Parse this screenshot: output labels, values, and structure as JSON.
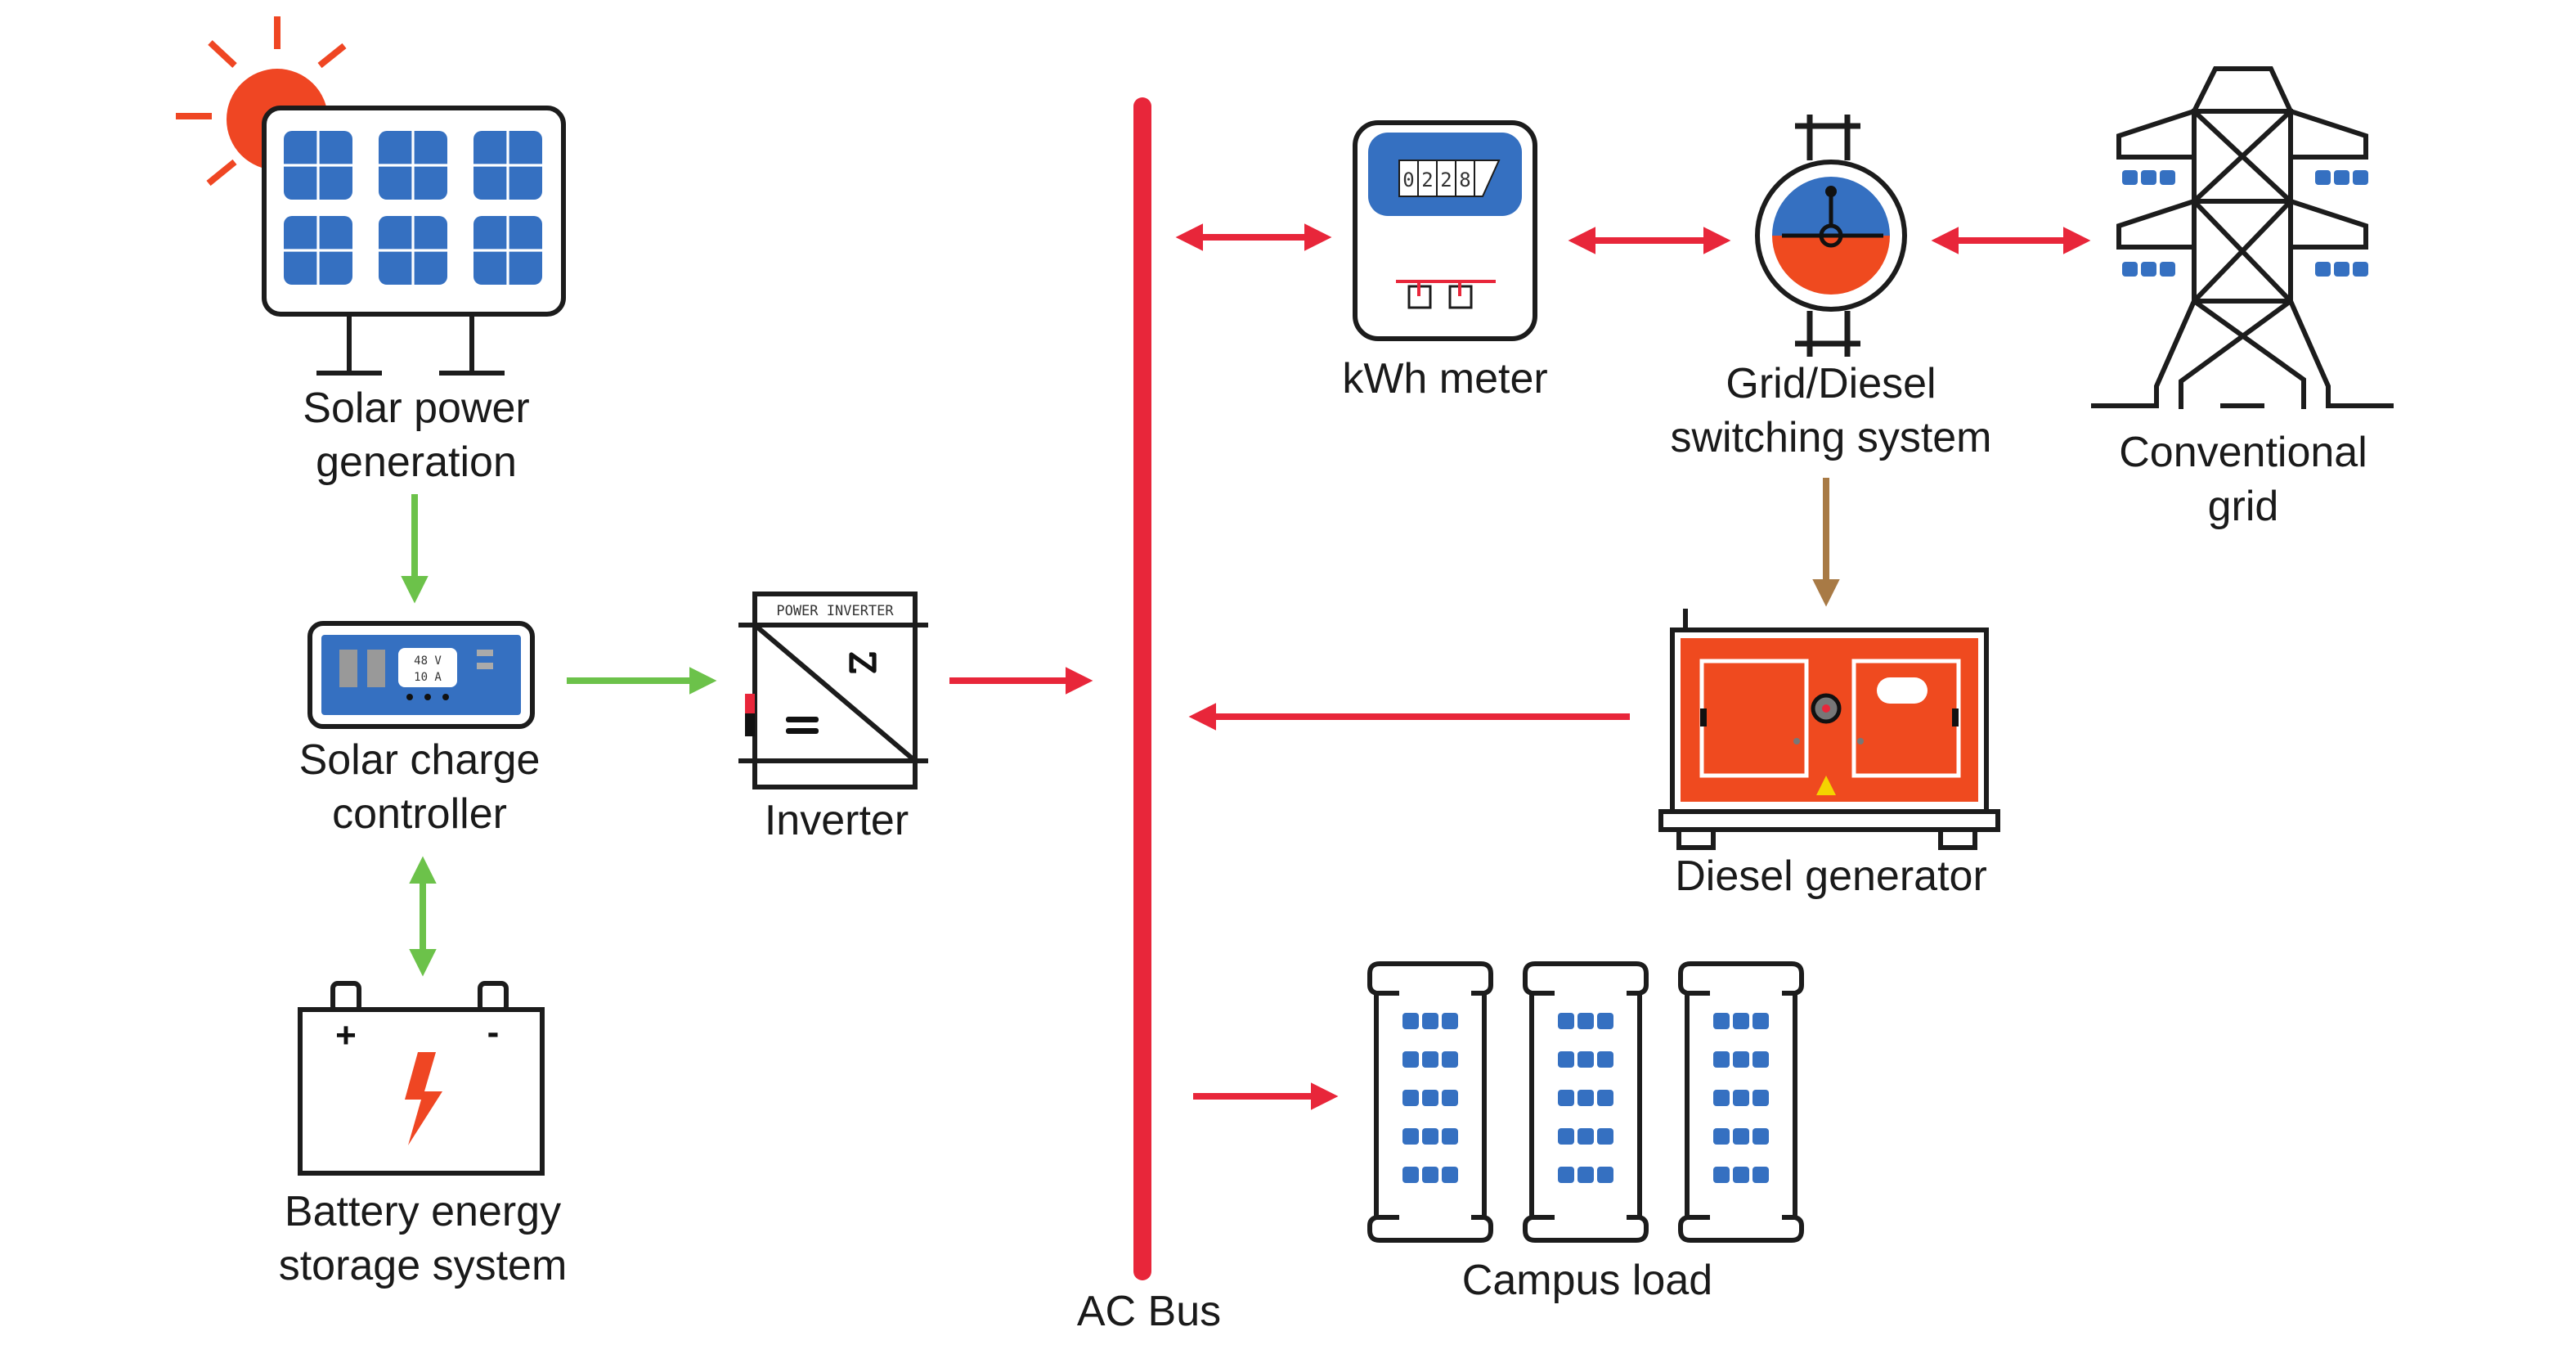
{
  "diagram": {
    "title": "",
    "colors": {
      "ac_bus": "#e8263a",
      "ac_flow": "#e8263a",
      "dc_flow": "#6cc24a",
      "diesel_supply": "#a87a45",
      "panel_blue": "#3570c1",
      "sun_orange": "#ef4623",
      "generator_orange": "#ef4a1f",
      "outline": "#1c1c1c"
    },
    "nodes": {
      "solar": {
        "label_line1": "Solar power",
        "label_line2": "generation",
        "icon": "solar-panel-icon"
      },
      "controller": {
        "label_line1": "Solar charge",
        "label_line2": "controller",
        "icon": "charge-controller-icon",
        "display_voltage": "48 V",
        "display_current": "10 A"
      },
      "battery": {
        "label_line1": "Battery energy",
        "label_line2": "storage system",
        "icon": "battery-icon",
        "plus": "+",
        "minus": "-"
      },
      "inverter": {
        "label": "Inverter",
        "icon": "inverter-icon",
        "panel_text": "POWER INVERTER",
        "ac_symbol": "~",
        "dc_symbol": "="
      },
      "ac_bus": {
        "label": "AC Bus"
      },
      "meter": {
        "label": "kWh meter",
        "icon": "kwh-meter-icon",
        "digits": [
          "0",
          "2",
          "2",
          "8"
        ]
      },
      "switch": {
        "label_line1": "Grid/Diesel",
        "label_line2": "switching system",
        "icon": "switch-icon"
      },
      "grid": {
        "label_line1": "Conventional",
        "label_line2": "grid",
        "icon": "transmission-tower-icon"
      },
      "generator": {
        "label": "Diesel generator",
        "icon": "diesel-generator-icon"
      },
      "load": {
        "label": "Campus load",
        "icon": "building-icon",
        "buildings": 3,
        "window_rows": 5,
        "windows_per_row": 3
      }
    },
    "edges": [
      {
        "from": "solar",
        "to": "controller",
        "type": "dc",
        "direction": "forward"
      },
      {
        "from": "controller",
        "to": "battery",
        "type": "dc",
        "direction": "bidirectional"
      },
      {
        "from": "controller",
        "to": "inverter",
        "type": "dc",
        "direction": "forward"
      },
      {
        "from": "inverter",
        "to": "ac_bus",
        "type": "ac",
        "direction": "forward"
      },
      {
        "from": "ac_bus",
        "to": "meter",
        "type": "ac",
        "direction": "bidirectional"
      },
      {
        "from": "meter",
        "to": "switch",
        "type": "ac",
        "direction": "bidirectional"
      },
      {
        "from": "switch",
        "to": "grid",
        "type": "ac",
        "direction": "bidirectional"
      },
      {
        "from": "switch",
        "to": "generator",
        "type": "diesel",
        "direction": "forward"
      },
      {
        "from": "generator",
        "to": "ac_bus",
        "type": "ac",
        "direction": "forward"
      },
      {
        "from": "ac_bus",
        "to": "load",
        "type": "ac",
        "direction": "forward"
      }
    ]
  }
}
